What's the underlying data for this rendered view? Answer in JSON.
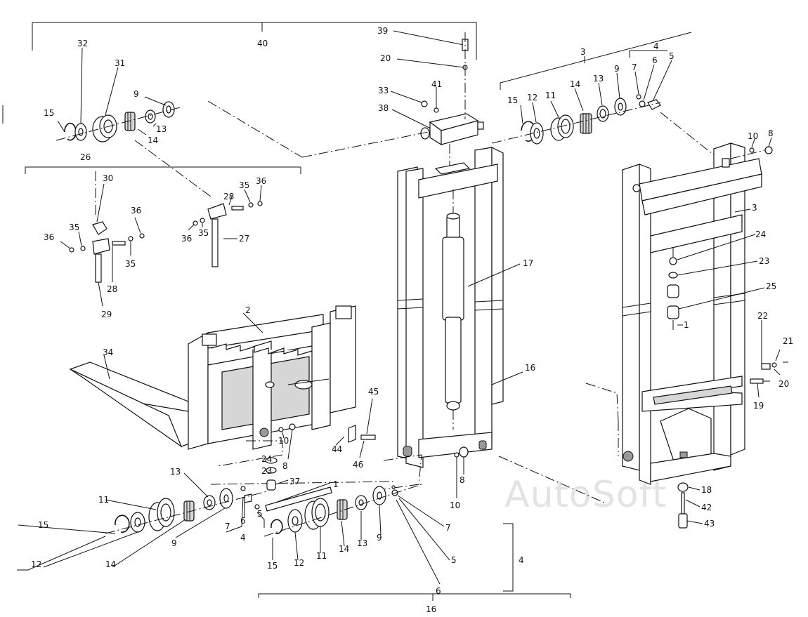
{
  "watermark": "AutoSoft",
  "callouts": {
    "c40": "40",
    "c39": "39",
    "c20a": "20",
    "c33": "33",
    "c41": "41",
    "c38": "38",
    "c3a": "3",
    "c4a": "4",
    "c15a": "15",
    "c12a": "12",
    "c11a": "11",
    "c14a": "14",
    "c13a": "13",
    "c9a": "9",
    "c7a": "7",
    "c6a": "6",
    "c5a": "5",
    "c10a": "10",
    "c8a": "8",
    "c3b": "3",
    "c24a": "24",
    "c23a": "23",
    "c25": "25",
    "c1a": "1",
    "c22": "22",
    "c21": "21",
    "c20b": "20",
    "c19": "19",
    "c18": "18",
    "c42": "42",
    "c43": "43",
    "c32": "32",
    "c31": "31",
    "c9b": "9",
    "c15b": "15",
    "c13b": "13",
    "c14b": "14",
    "c26": "26",
    "c30": "30",
    "c36a": "36",
    "c35a": "35",
    "c28a": "28",
    "c36b": "36",
    "c35b": "35",
    "c36c": "36",
    "c27": "27",
    "c36d": "36",
    "c35c": "35",
    "c28b": "28",
    "c29": "29",
    "c2": "2",
    "c34": "34",
    "c17": "17",
    "c16a": "16",
    "c45": "45",
    "c44": "44",
    "c46": "46",
    "c10b": "10",
    "c8b": "8",
    "c10c": "10",
    "c8c": "8",
    "c24b": "24",
    "c23b": "23",
    "c37": "37",
    "c13c": "13",
    "c11b": "11",
    "c15c": "15",
    "c12b": "12",
    "c14c": "14",
    "c9c": "9",
    "c7b": "7",
    "c6b": "6",
    "c5b": "5",
    "c4b": "4",
    "c1b": "1",
    "c15d": "15",
    "c12c": "12",
    "c11c": "11",
    "c14d": "14",
    "c13d": "13",
    "c9d": "9",
    "c7c": "7",
    "c5c": "5",
    "c6c": "6",
    "c4c": "4",
    "c16b": "16"
  }
}
